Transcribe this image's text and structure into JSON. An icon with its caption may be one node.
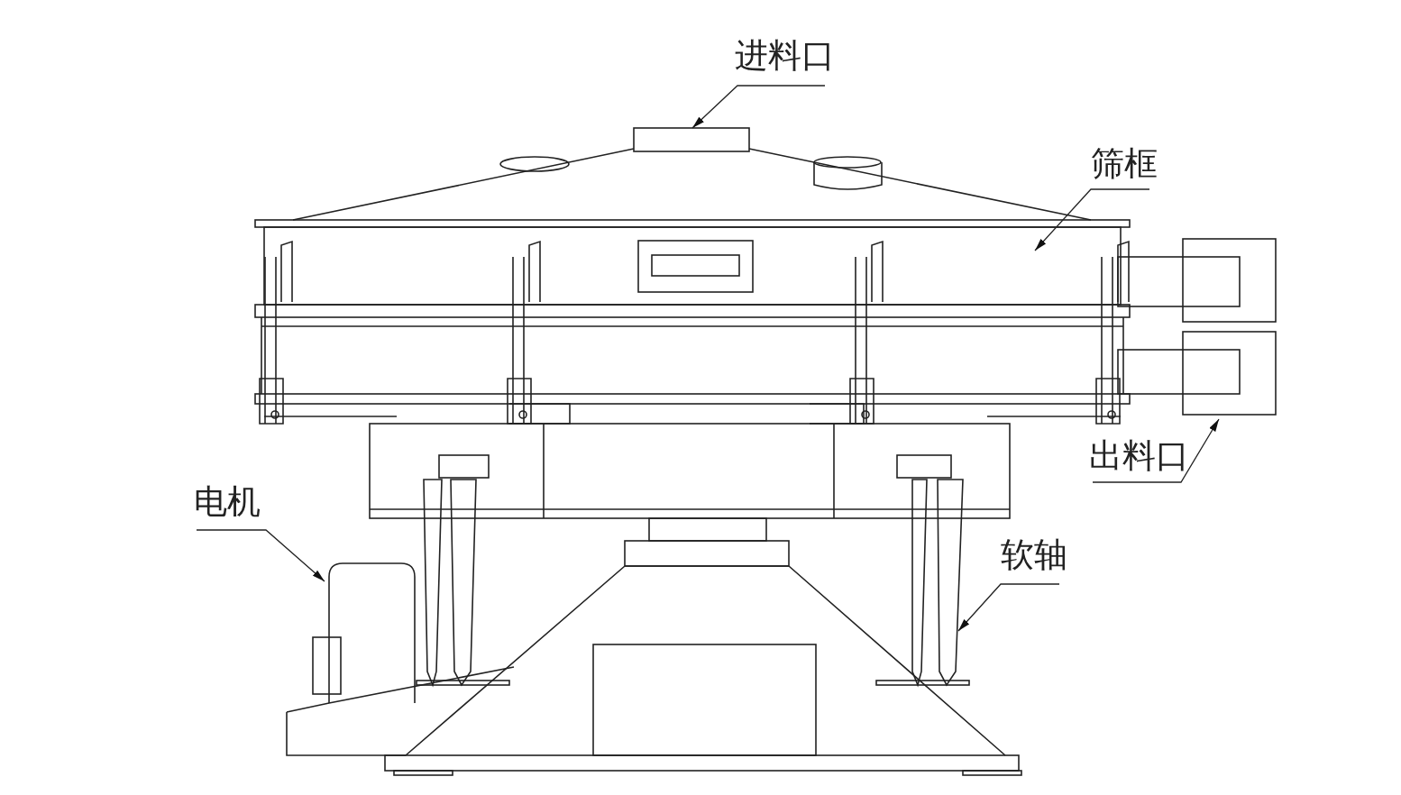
{
  "diagram": {
    "nodes": [
      {
        "text": [
          "进料口"
        ]
      },
      {
        "text": [],
        "shape": "box"
      },
      {
        "text": [
          "筛框"
        ]
      },
      {
        "text": [],
        "shape": "box"
      },
      {
        "text": [
          "出料口"
        ]
      },
      {
        "text": [],
        "shape": "box"
      },
      {
        "text": [
          "电机"
        ]
      },
      {
        "text": [],
        "shape": "box"
      },
      {
        "text": [
          "软轴"
        ]
      },
      {
        "text": [],
        "shape": "box"
      }
    ],
    "edges": [
      {
        "from": 0,
        "to": 1,
        "arrow": "to"
      },
      {
        "from": 2,
        "to": 3,
        "arrow": "to"
      },
      {
        "from": 4,
        "to": 5,
        "arrow": "to"
      },
      {
        "from": 6,
        "to": 7,
        "arrow": "to"
      },
      {
        "from": 8,
        "to": 9,
        "arrow": "to"
      }
    ]
  }
}
